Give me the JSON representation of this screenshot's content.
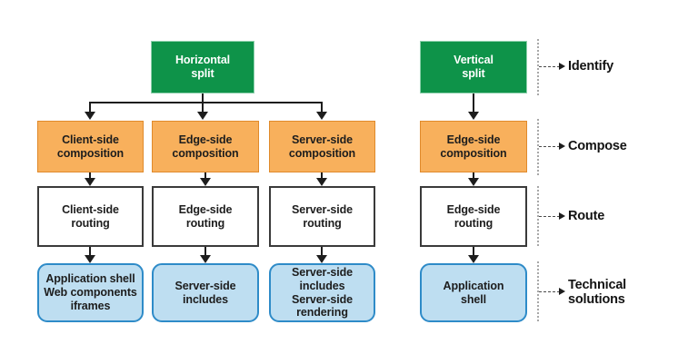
{
  "diagram": {
    "title": "Micro-frontends decision diagram",
    "colors": {
      "green_fill": "#0E9349",
      "orange_fill": "#F8B05C",
      "orange_border": "#E08A2B",
      "blue_fill": "#BEDEF1",
      "blue_border": "#2E8BC8",
      "white_fill": "#FFFFFF",
      "line": "#1D1D1D",
      "dotted_guide": "#A8A8A8",
      "background": "#FFFFFF"
    },
    "left_tree": {
      "root": {
        "label": "Horizontal\nsplit"
      },
      "composition": [
        {
          "label": "Client-side\ncomposition"
        },
        {
          "label": "Edge-side\ncomposition"
        },
        {
          "label": "Server-side\ncomposition"
        }
      ],
      "routing": [
        {
          "label": "Client-side\nrouting"
        },
        {
          "label": "Edge-side\nrouting"
        },
        {
          "label": "Server-side\nrouting"
        }
      ],
      "solutions": [
        {
          "label": "Application shell\nWeb components\niframes"
        },
        {
          "label": "Server-side\nincludes"
        },
        {
          "label": "Server-side includes\nServer-side\nrendering"
        }
      ]
    },
    "right_tree": {
      "root": {
        "label": "Vertical\nsplit"
      },
      "composition": [
        {
          "label": "Edge-side\ncomposition"
        }
      ],
      "routing": [
        {
          "label": "Edge-side\nrouting"
        }
      ],
      "solutions": [
        {
          "label": "Application\nshell"
        }
      ]
    },
    "stages": [
      {
        "label": "Identify"
      },
      {
        "label": "Compose"
      },
      {
        "label": "Route"
      },
      {
        "label": "Technical\nsolutions"
      }
    ]
  }
}
